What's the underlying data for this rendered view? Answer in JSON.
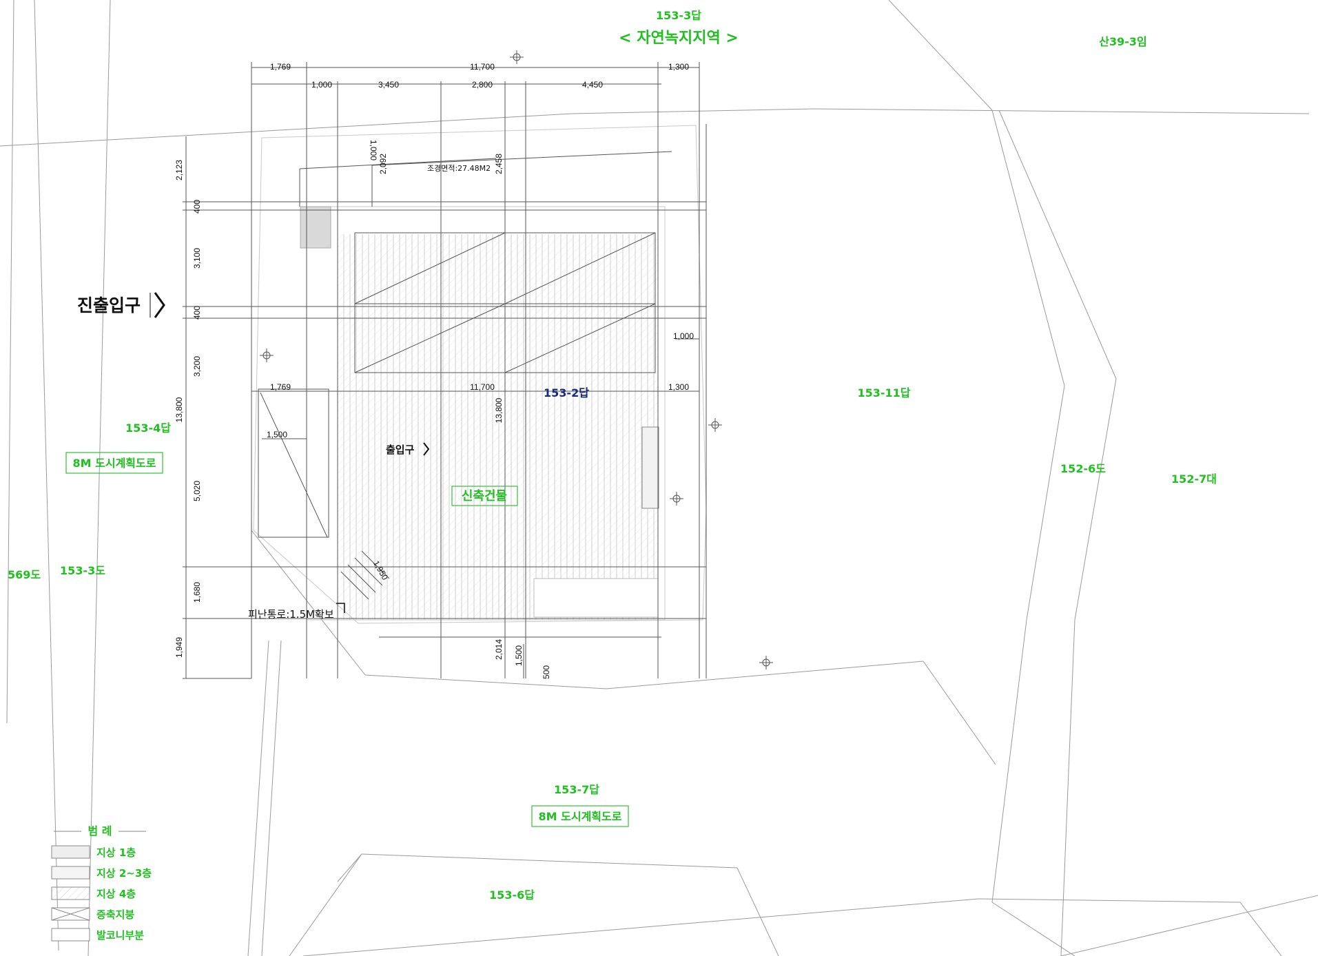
{
  "lots": {
    "n153_3": "153-3답",
    "san39_3": "산39-3임",
    "n153_4": "153-4답",
    "n153_3do": "153-3도",
    "n569": "569도",
    "n153_11": "153-11답",
    "n152_6": "152-6도",
    "n152_7": "152-7대",
    "n153_7": "153-7답",
    "n153_6": "153-6답",
    "n153_2": "153-2답"
  },
  "zone_label": "< 자연녹지지역 >",
  "roads": {
    "west": "8M 도시계획도로",
    "south": "8M 도시계획도로"
  },
  "labels": {
    "main_entrance": "진출입구",
    "entrance": "출입구",
    "building": "신축건물",
    "evac": "피난통로:1.5M확보",
    "landscape_area": "조경면적:27.48M2"
  },
  "dims_top_outer": [
    "1,769",
    "11,700",
    "1,300"
  ],
  "dims_top_inner": [
    "1,000",
    "3,450",
    "2,800",
    "4,450"
  ],
  "dims_mid": [
    "1,769",
    "11,700",
    "1,300"
  ],
  "dims_left": [
    "2,123",
    "400",
    "3,100",
    "400",
    "3,200",
    "13,800",
    "5,020",
    "1,680",
    "1,949"
  ],
  "dims_misc": {
    "d1000v": "1,000",
    "d2092": "2,092",
    "d2458": "2,458",
    "d1000h": "1,000",
    "d1500h": "1,500",
    "d13800v": "13,800",
    "d2014": "2,014",
    "d1500v": "1,500",
    "d500": "500",
    "d1950": "1,950"
  },
  "legend": {
    "title": "범 례",
    "items": [
      "지상 1층",
      "지상 2~3층",
      "지상 4층",
      "증축지붕",
      "발코니부분"
    ]
  },
  "colors": {
    "green": "#20c020",
    "blue": "#1a2a7a",
    "ink": "#111111"
  }
}
